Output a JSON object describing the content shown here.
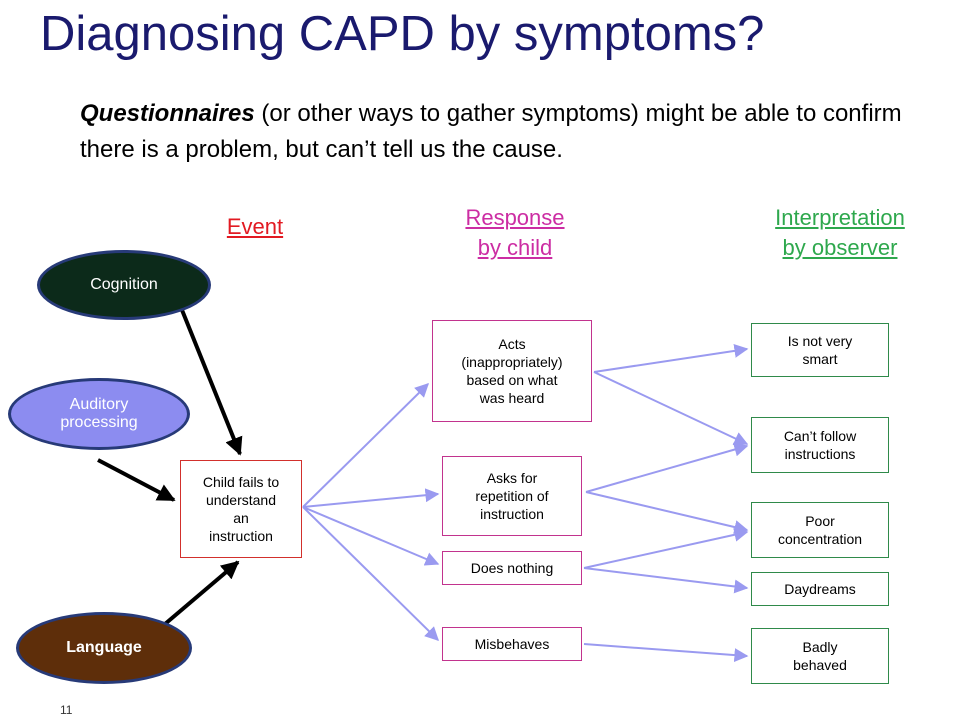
{
  "slide": {
    "title": "Diagnosing CAPD by symptoms?",
    "intro_bold": "Questionnaires",
    "intro_rest": " (or other ways to gather symptoms) might be able to confirm there is a problem, but can’t tell us the cause.",
    "page_number": "11"
  },
  "headers": {
    "event": "Event",
    "response_line1": "Response",
    "response_line2": "by child",
    "interpretation_line1": "Interpretation",
    "interpretation_line2": "by observer"
  },
  "factors": {
    "cognition": "Cognition",
    "auditory_line1": "Auditory",
    "auditory_line2": "processing",
    "language": "Language"
  },
  "event": {
    "line1": "Child fails to",
    "line2": "understand",
    "line3": "an",
    "line4": "instruction"
  },
  "responses": {
    "acts_line1": "Acts",
    "acts_line2": "(inappropriately)",
    "acts_line3": "based on what",
    "acts_line4": "was heard",
    "asks_line1": "Asks for",
    "asks_line2": "repetition of",
    "asks_line3": "instruction",
    "nothing": "Does nothing",
    "misbehaves": "Misbehaves"
  },
  "interpretations": {
    "smart_line1": "Is not very",
    "smart_line2": "smart",
    "follow_line1": "Can’t follow",
    "follow_line2": "instructions",
    "poor_line1": "Poor",
    "poor_line2": "concentration",
    "daydreams": "Daydreams",
    "badly_line1": "Badly",
    "badly_line2": "behaved"
  },
  "colors": {
    "title": "#1a1a6e",
    "event_header": "#e21a22",
    "response_header": "#cc2da3",
    "interpretation_header": "#2ea84d",
    "arrow_black": "#000000",
    "arrow_blue": "#9a9af0"
  }
}
